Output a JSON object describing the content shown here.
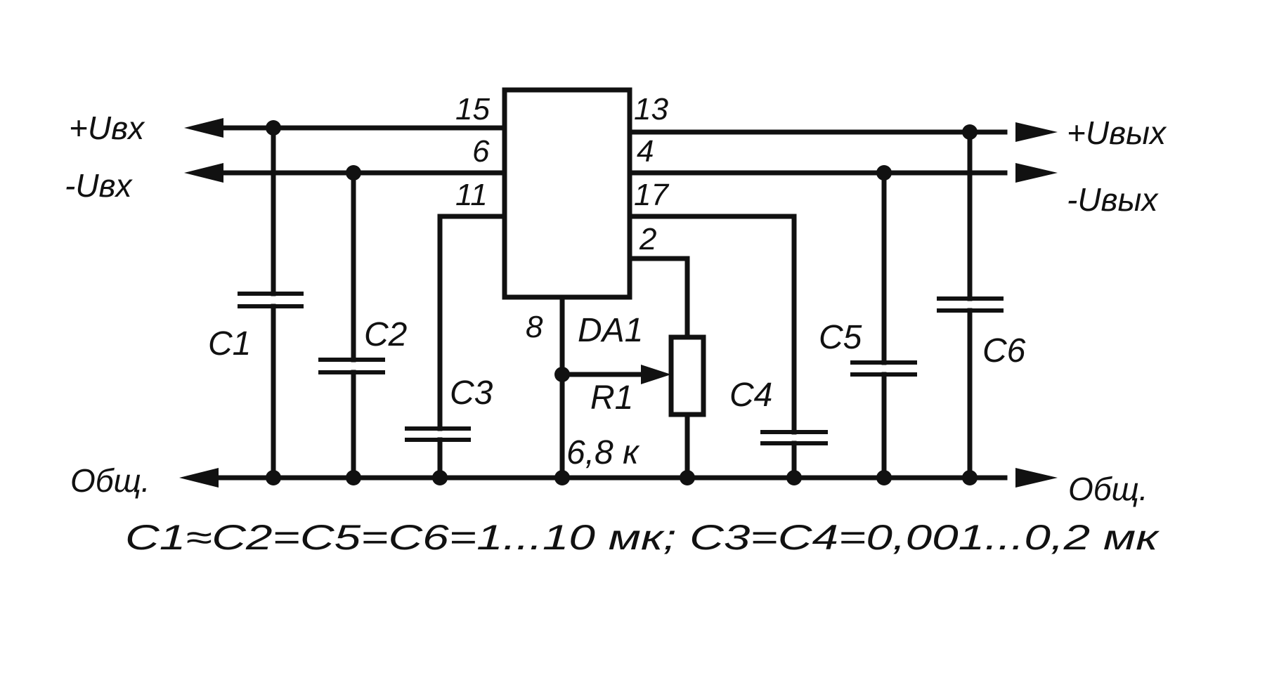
{
  "terminals": {
    "in_plus": "+Uвх",
    "in_minus": "-Uвх",
    "out_plus": "+Uвых",
    "out_minus": "-Uвых",
    "common_left": "Общ.",
    "common_right": "Общ."
  },
  "chip": {
    "name": "DA1",
    "pins": {
      "p15": "15",
      "p6": "6",
      "p11": "11",
      "p13": "13",
      "p4": "4",
      "p17": "17",
      "p2": "2",
      "p8": "8"
    }
  },
  "components": {
    "c1": "C1",
    "c2": "C2",
    "c3": "C3",
    "c4": "C4",
    "c5": "C5",
    "c6": "C6",
    "r1": "R1",
    "r1_value": "6,8 к"
  },
  "note": "C1≈C2=C5=C6=1...10 мк;  C3=C4=0,001...0,2 мк",
  "colors": {
    "ink": "#111111",
    "paper": "#ffffff"
  }
}
